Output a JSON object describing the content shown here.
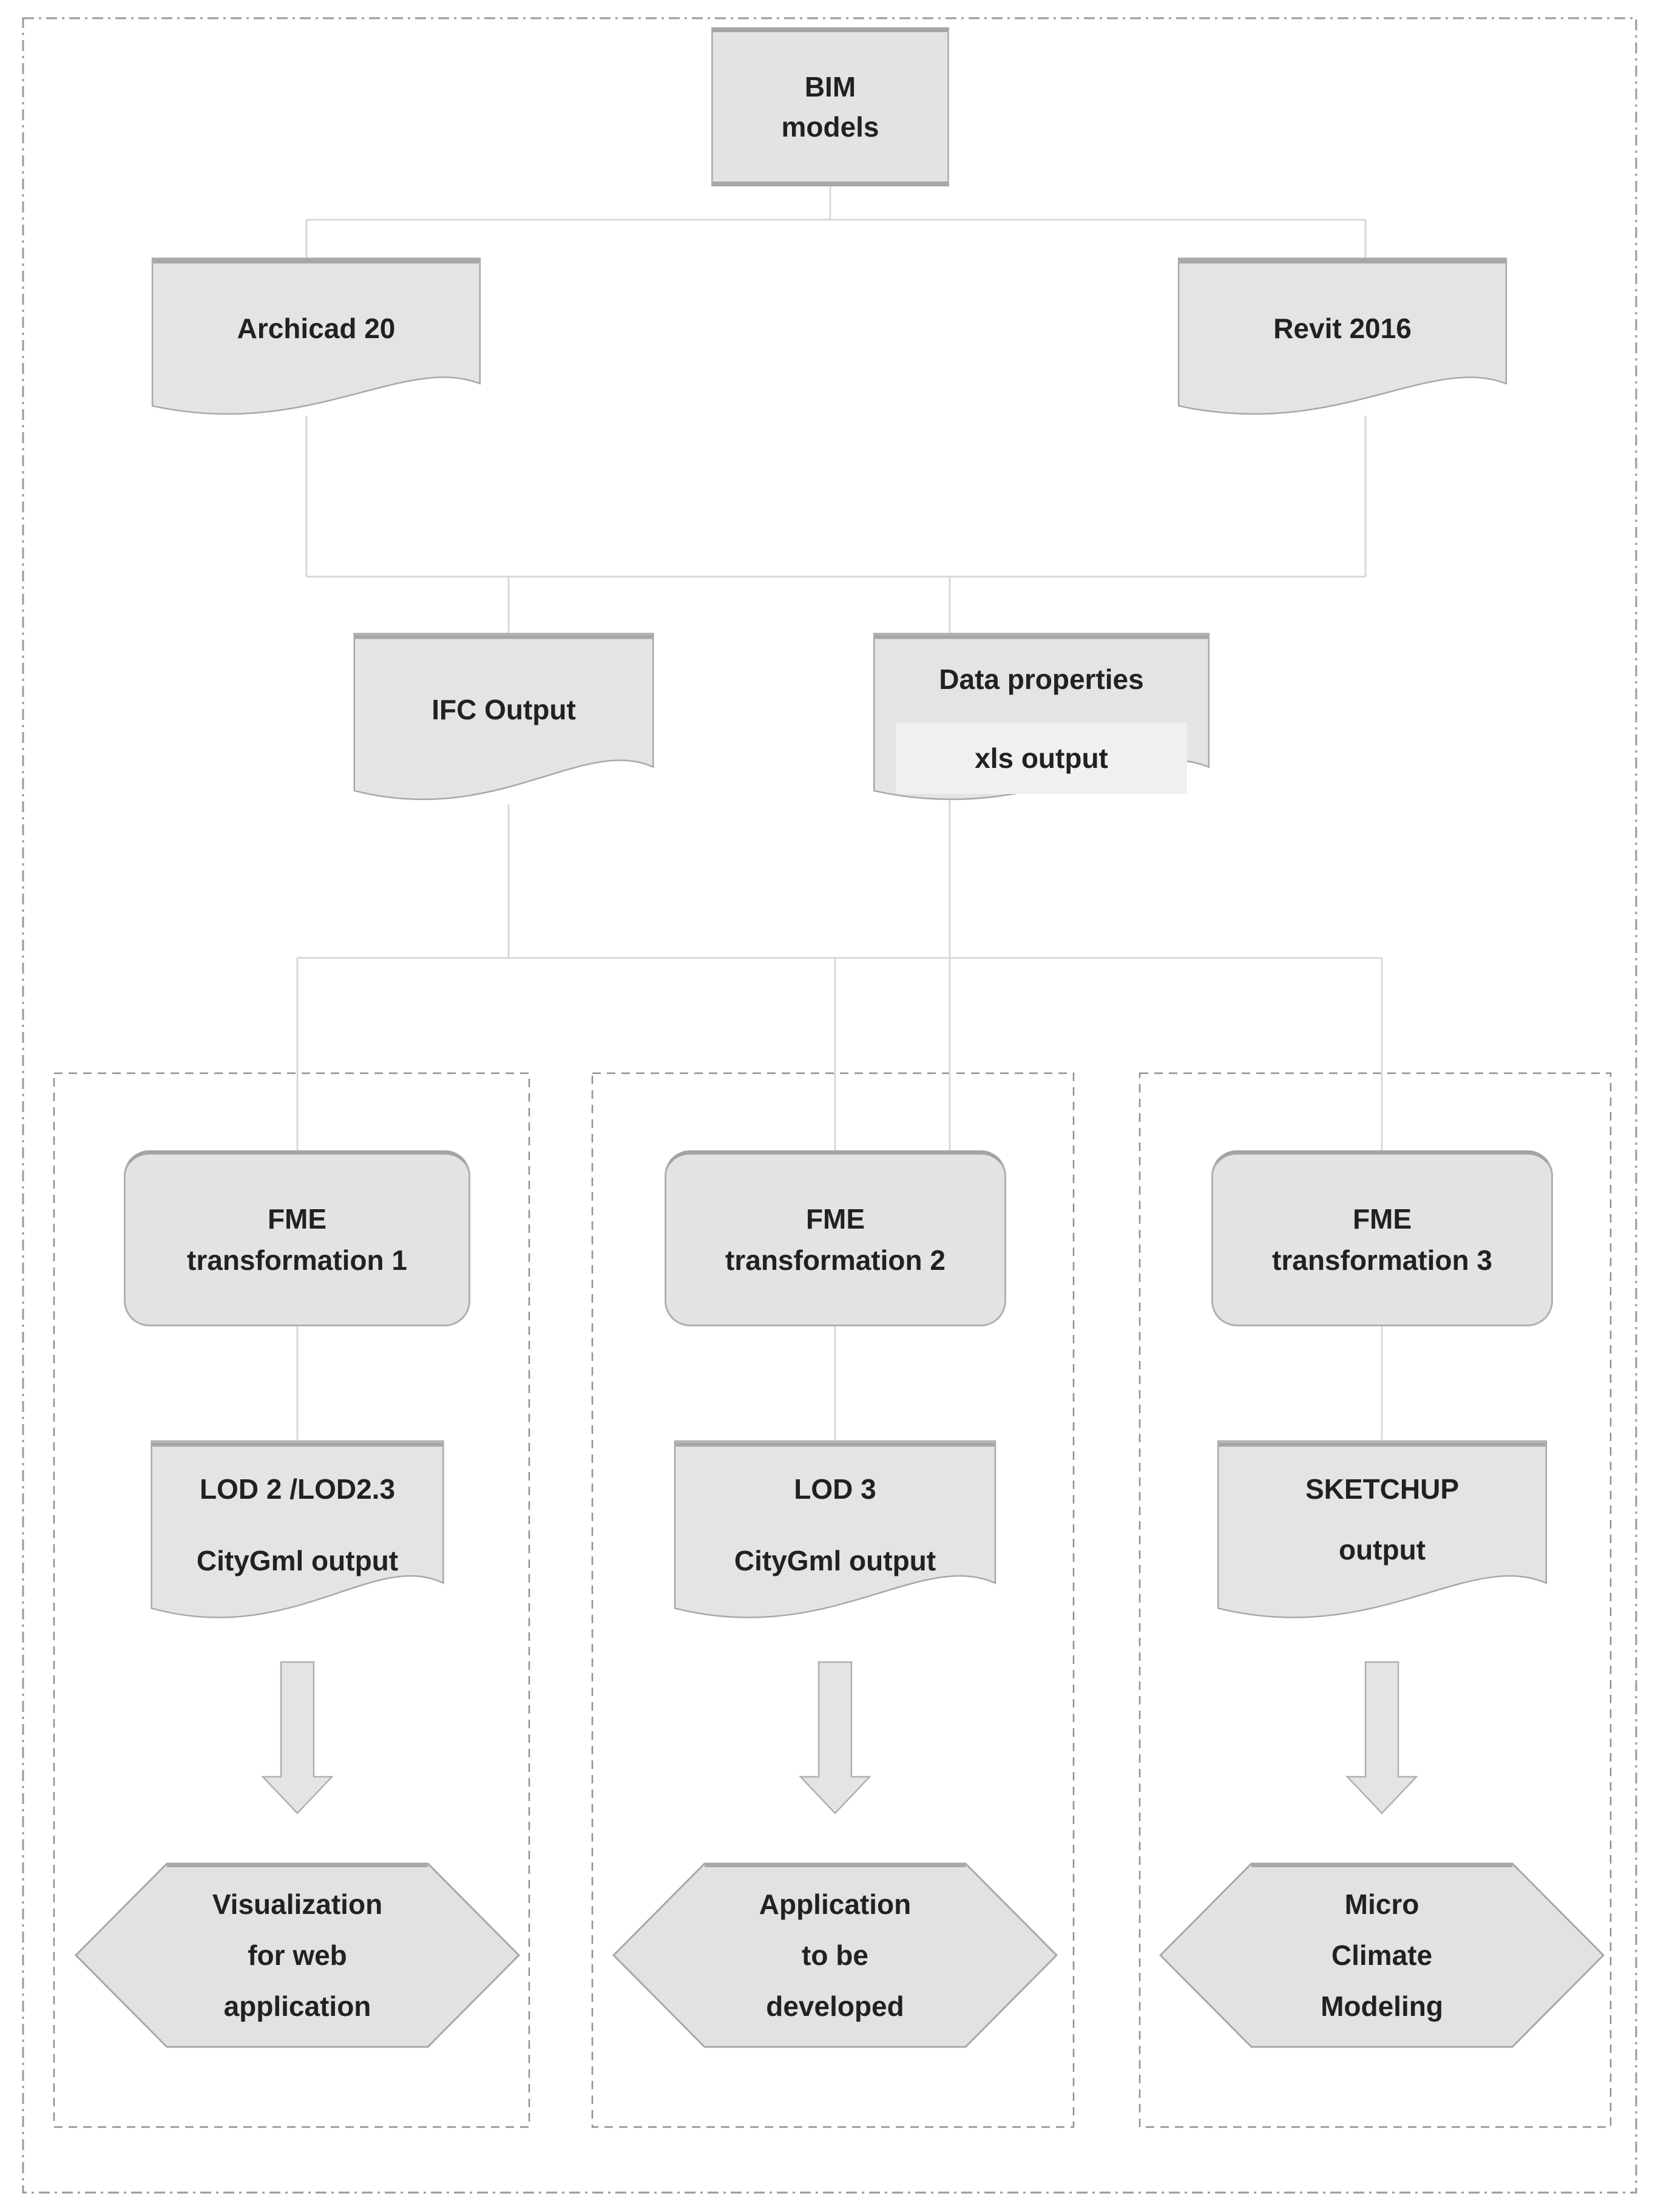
{
  "colors": {
    "shape_fill": "#e3e3e3",
    "shape_border": "#a8a8a8",
    "connector": "#d8d8d8",
    "dashed_container_border": "#8f8f8f",
    "outer_border": "#9a9a9a",
    "text": "#212121",
    "xls_inner_box_fill": "#f0f0f0"
  },
  "nodes": {
    "bim": {
      "lines": [
        "BIM",
        "models"
      ]
    },
    "archicad": {
      "label": "Archicad 20"
    },
    "revit": {
      "label": "Revit 2016"
    },
    "ifc_output": {
      "label": "IFC Output"
    },
    "data_properties": {
      "lines": [
        "Data properties",
        "xls output"
      ]
    },
    "fme1": {
      "lines": [
        "FME",
        "transformation 1"
      ]
    },
    "fme2": {
      "lines": [
        "FME",
        "transformation 2"
      ]
    },
    "fme3": {
      "lines": [
        "FME",
        "transformation 3"
      ]
    },
    "lod1": {
      "lines": [
        "LOD 2 /LOD2.3",
        "CityGml output"
      ]
    },
    "lod2": {
      "lines": [
        "LOD 3",
        "CityGml output"
      ]
    },
    "sketchup": {
      "lines": [
        "SKETCHUP",
        "output"
      ]
    },
    "hex1": {
      "lines": [
        "Visualization",
        "for web",
        "application"
      ]
    },
    "hex2": {
      "lines": [
        "Application",
        "to be",
        "developed"
      ]
    },
    "hex3": {
      "lines": [
        "Micro",
        "Climate",
        "Modeling"
      ]
    }
  },
  "edges": [
    [
      "bim",
      "archicad"
    ],
    [
      "bim",
      "revit"
    ],
    [
      "archicad",
      "ifc_output"
    ],
    [
      "archicad",
      "data_properties"
    ],
    [
      "revit",
      "ifc_output"
    ],
    [
      "revit",
      "data_properties"
    ],
    [
      "ifc_output",
      "fme1"
    ],
    [
      "ifc_output",
      "fme2"
    ],
    [
      "ifc_output",
      "fme3"
    ],
    [
      "data_properties",
      "fme2"
    ],
    [
      "fme1",
      "lod1"
    ],
    [
      "fme2",
      "lod2"
    ],
    [
      "fme3",
      "sketchup"
    ],
    [
      "lod1",
      "hex1"
    ],
    [
      "lod2",
      "hex2"
    ],
    [
      "sketchup",
      "hex3"
    ]
  ]
}
